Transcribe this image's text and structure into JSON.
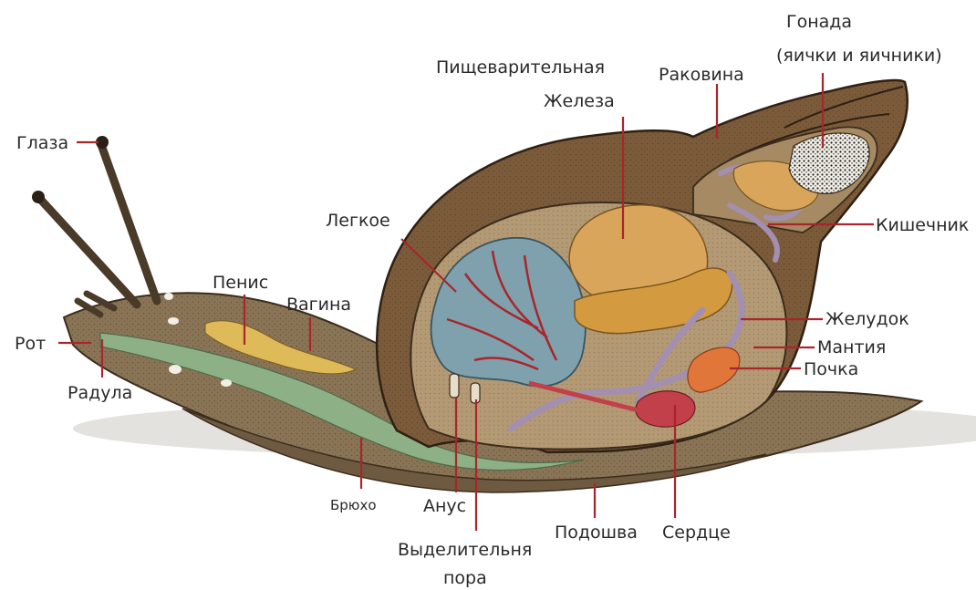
{
  "diagram": {
    "labels": {
      "eyes": "Глаза",
      "mouth": "Рот",
      "radula": "Радула",
      "penis": "Пенис",
      "vagina": "Вагина",
      "lung": "Легкое",
      "digestive_gland_line1": "Пищеварительная",
      "digestive_gland_line2": "Железа",
      "shell": "Раковина",
      "gonad_line1": "Гонада",
      "gonad_line2": "(яички и яичники)",
      "intestine": "Кишечник",
      "stomach": "Желудок",
      "mantle": "Мантия",
      "kidney": "Почка",
      "heart": "Сердце",
      "sole": "Подошва",
      "excretory_pore_line1": "Выделительня",
      "excretory_pore_line2": "пора",
      "anus": "Анус",
      "belly": "Брюхо"
    },
    "colors": {
      "leader_line": "#a8262a",
      "shell": "#7b5b3a",
      "body": "#8a7456",
      "lung": "#7fa0ad",
      "digestive_gland": "#d9a55a",
      "gonad": "#f2efe6",
      "intestine": "#a38fb0",
      "kidney": "#e0763a",
      "heart": "#c2404a",
      "belly_tract": "#8fb48a"
    }
  }
}
